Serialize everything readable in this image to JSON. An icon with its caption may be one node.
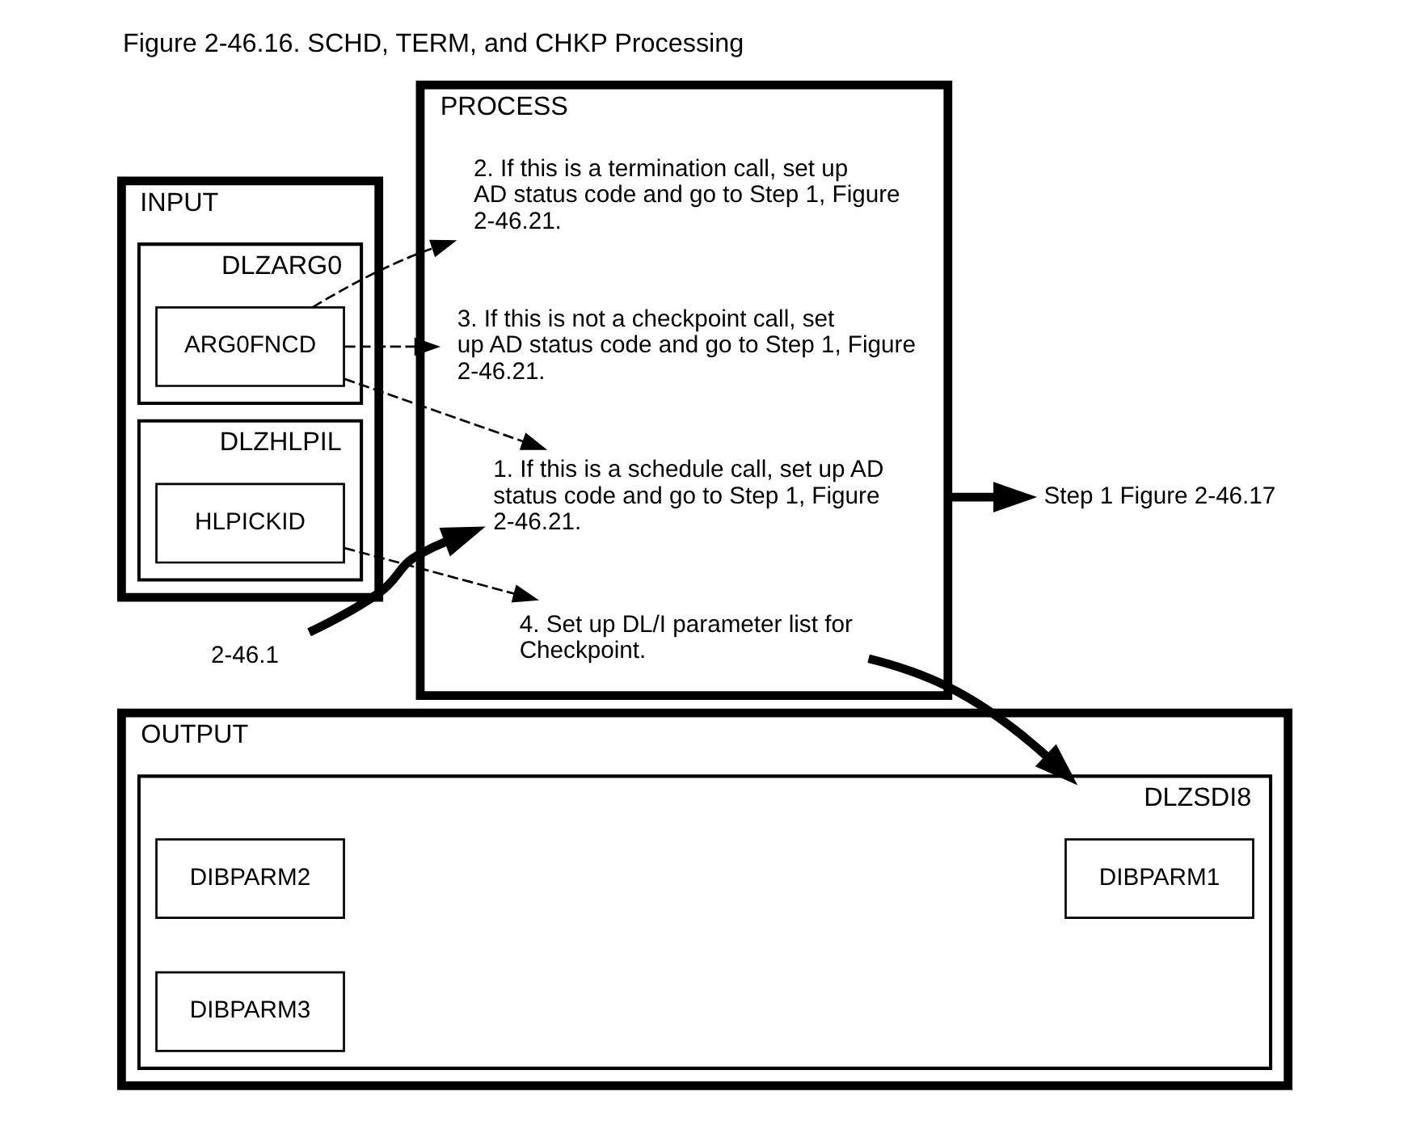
{
  "diagram": {
    "title": "Figure 2-46.16. SCHD, TERM, and CHKP Processing",
    "nodes": [
      {
        "text": [
          "INPUT"
        ]
      },
      {
        "text": [
          "DLZARG0"
        ],
        "in": 0
      },
      {
        "text": [
          "ARG0FNCD"
        ],
        "in": 1
      },
      {
        "text": [
          "DLZHLPIL"
        ],
        "in": 0
      },
      {
        "text": [
          "HLPICKID"
        ],
        "in": 3
      },
      {
        "text": [
          "PROCESS"
        ]
      },
      {
        "text": [
          "1. If this is a schedule call, set up AD status code and go to Step 1, Figure 2-46.21."
        ],
        "in": 5
      },
      {
        "text": [
          "2. If this is a termination call, set up AD status code and go to Step 1, Figure 2-46.21."
        ],
        "in": 5
      },
      {
        "text": [
          "3. If this is not a checkpoint call, set up AD status code and go to Step 1, Figure 2-46.21."
        ],
        "in": 5
      },
      {
        "text": [
          "4. Set up DL/I parameter list for Checkpoint."
        ],
        "in": 5
      },
      {
        "text": [
          "OUTPUT"
        ]
      },
      {
        "text": [
          "DLZSDI8"
        ],
        "in": 10
      },
      {
        "text": [
          "DIBPARM1"
        ],
        "in": 11
      },
      {
        "text": [
          "DIBPARM2"
        ],
        "in": 11
      },
      {
        "text": [
          "DIBPARM3"
        ],
        "in": 11
      },
      {
        "text": [
          "2-46.1"
        ]
      },
      {
        "text": [
          "Step 1 Figure 2-46.17"
        ]
      }
    ],
    "edges": [
      {
        "from": 15,
        "to": 6,
        "arrow": "to",
        "style": "thick"
      },
      {
        "from": 2,
        "to": 6,
        "arrow": "to",
        "style": "dashed"
      },
      {
        "from": 2,
        "to": 7,
        "arrow": "to",
        "style": "dashed"
      },
      {
        "from": 2,
        "to": 8,
        "arrow": "to",
        "style": "dashed"
      },
      {
        "from": 4,
        "to": 9,
        "arrow": "to",
        "style": "dashed"
      },
      {
        "from": 9,
        "to": 11,
        "arrow": "to",
        "style": "thick"
      },
      {
        "from": 5,
        "to": 16,
        "arrow": "to",
        "style": "thick"
      }
    ]
  }
}
